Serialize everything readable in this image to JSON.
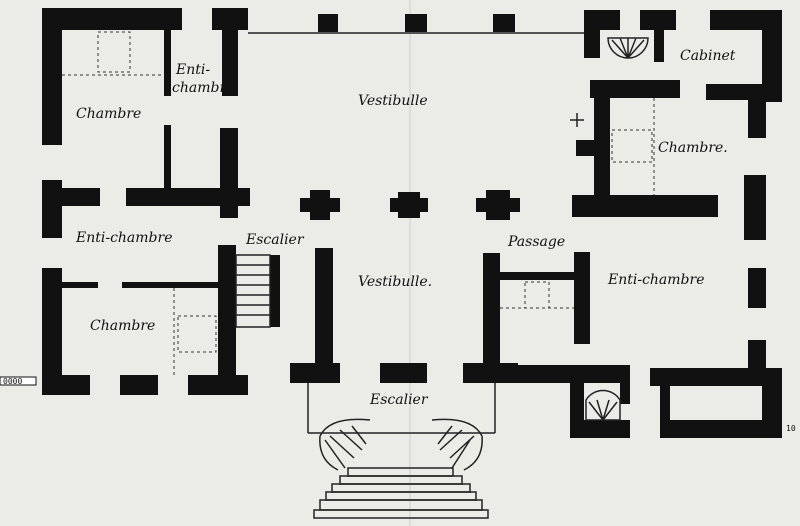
{
  "title": "Floor plan",
  "rooms": {
    "chambre_top_left": "Chambre",
    "antichambre_top_left_1": "Enti-",
    "antichambre_top_left_2": "chambr",
    "vestibule_top": "Vestibulle",
    "cabinet": "Cabinet",
    "chambre_right": "Chambre.",
    "antichambre_left": "Enti-chambre",
    "escalier_left": "Escalier",
    "vestibule_bottom": "Vestibulle.",
    "passage": "Passage",
    "antichambre_right": "Enti-chambre",
    "chambre_bottom_left": "Chambre",
    "escalier_main": "Escalier"
  },
  "scale_left": "0000",
  "scale_right": "10"
}
